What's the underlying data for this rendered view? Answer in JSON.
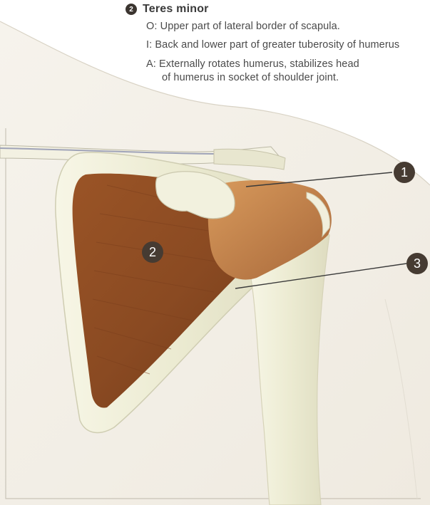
{
  "caption": {
    "badge": "2",
    "title": "Teres minor",
    "origin": "O: Upper part of lateral border of scapula.",
    "insertion": "I: Back and lower part of greater tuberosity of humerus",
    "action_line1": "A: Externally rotates humerus, stabilizes head",
    "action_line2": "of humerus in socket of shoulder joint."
  },
  "callouts": {
    "one": "1",
    "two": "2",
    "three": "3"
  },
  "colors": {
    "muscle": "#8a4a22",
    "bone": "#efeed8",
    "callout": "#463b32"
  }
}
